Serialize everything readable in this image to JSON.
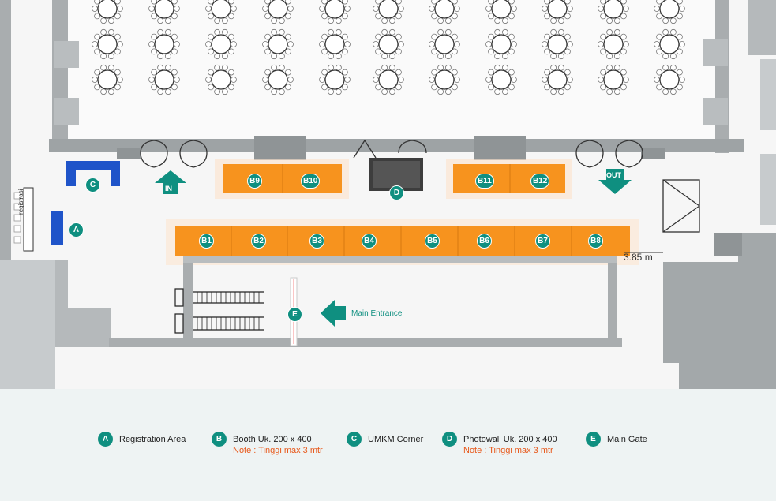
{
  "markers": {
    "a": "A",
    "c": "C",
    "d": "D",
    "e": "E"
  },
  "booths": [
    "B1",
    "B2",
    "B3",
    "B4",
    "B5",
    "B6",
    "B7",
    "B8",
    "B9",
    "B10",
    "B11",
    "B12"
  ],
  "signs": {
    "in_label": "IN",
    "out_label": "OUT",
    "main_entrance": "Main Entrance",
    "registration_wall": "registrasi",
    "dimension": "3.85 m"
  },
  "legend": [
    {
      "letter": "A",
      "label": "Registration Area",
      "note": ""
    },
    {
      "letter": "B",
      "label": "Booth Uk. 200 x 400",
      "note": "Note : Tinggi max 3 mtr"
    },
    {
      "letter": "C",
      "label": "UMKM Corner",
      "note": ""
    },
    {
      "letter": "D",
      "label": "Photowall Uk. 200 x 400",
      "note": "Note : Tinggi max 3 mtr"
    },
    {
      "letter": "E",
      "label": "Main Gate",
      "note": ""
    }
  ],
  "colors": {
    "accent": "#0f8f80",
    "booth": "#f7931e",
    "note": "#e8581a",
    "wall": "#9ea3a5",
    "umkm": "#1f54c9"
  }
}
